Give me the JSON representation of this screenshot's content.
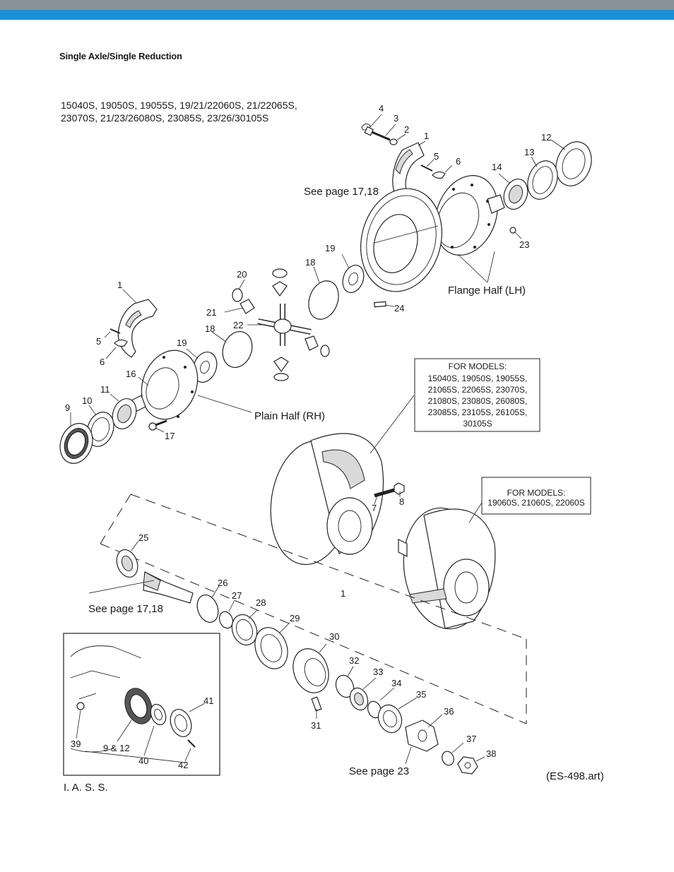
{
  "header": {
    "section_title": "Single Axle/Single Reduction",
    "band_grey": "#8a9298",
    "band_blue": "#1a8fd6"
  },
  "model_list": {
    "line1": "15040S, 19050S, 19055S, 19/21/22060S, 21/22065S,",
    "line2": "23070S, 21/23/26080S, 23085S, 23/26/30105S"
  },
  "notes": {
    "see_page_ring_gear": "See page 17,18",
    "flange_half": "Flange Half (LH)",
    "plain_half": "Plain Half (RH)",
    "see_page_pinion": "See page 17,18",
    "see_page_yoke": "See page 23",
    "art_ref": "(ES-498.art)",
    "iass_label": "I. A. S. S.",
    "housing_ref": "1"
  },
  "model_box_a": {
    "title": "FOR MODELS:",
    "lines": [
      "15040S, 19050S, 19055S,",
      "21065S, 22065S, 23070S,",
      "21080S, 23080S, 26080S,",
      "23085S, 23105S, 26105S,",
      "30105S"
    ]
  },
  "model_box_b": {
    "title": "FOR MODELS:",
    "lines": [
      "19060S, 21060S, 22060S"
    ]
  },
  "callouts": {
    "c4": "4",
    "c3": "3",
    "c2": "2",
    "c1a": "1",
    "c5a": "5",
    "c6a": "6",
    "c12": "12",
    "c13": "13",
    "c14": "14",
    "c23": "23",
    "c19a": "19",
    "c18a": "18",
    "c20": "20",
    "c21": "21",
    "c22": "22",
    "c24": "24",
    "c1b": "1",
    "c5b": "5",
    "c6b": "6",
    "c19b": "19",
    "c18b": "18",
    "c16": "16",
    "c11": "11",
    "c10": "10",
    "c9": "9",
    "c17": "17",
    "c7": "7",
    "c8": "8",
    "c25": "25",
    "c26": "26",
    "c27": "27",
    "c28": "28",
    "c29": "29",
    "c30": "30",
    "c31": "31",
    "c32": "32",
    "c33": "33",
    "c34": "34",
    "c35": "35",
    "c36": "36",
    "c37": "37",
    "c38": "38",
    "c39": "39",
    "c912": "9 & 12",
    "c40": "40",
    "c41": "41",
    "c42": "42"
  }
}
